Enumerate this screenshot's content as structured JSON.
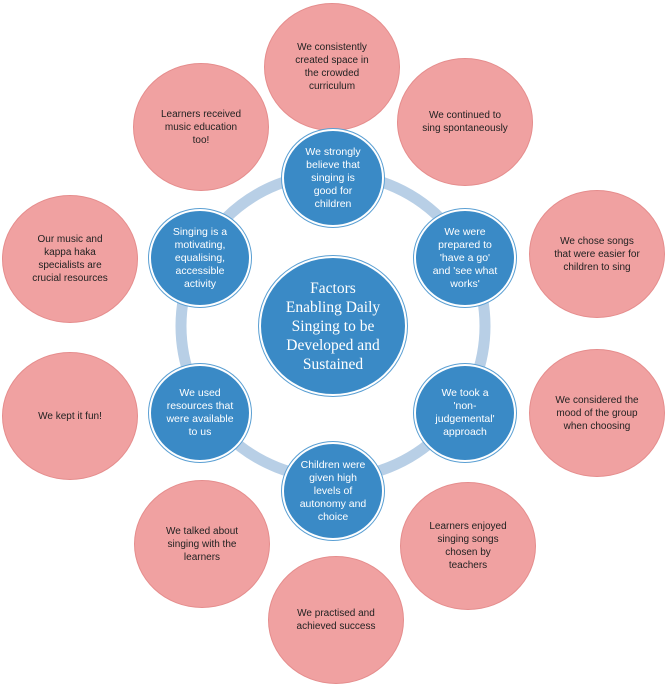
{
  "center": {
    "text": "Factors Enabling Daily Singing to be Developed and Sustained"
  },
  "inner": [
    "We strongly believe that singing is good for children",
    "We were prepared to 'have a go' and 'see what works'",
    "We took a 'non-judgemental' approach",
    "Children were given high levels of autonomy and choice",
    "We used resources that were available to us",
    "Singing is a motivating, equalising, accessible activity"
  ],
  "outer": [
    "We consistently created space in the crowded curriculum",
    "We continued to sing spontaneously",
    "We chose songs that were easier for children to sing",
    "We considered the mood of the group when choosing",
    "Learners enjoyed singing songs chosen by teachers",
    "We practised and achieved success",
    "We talked about singing with the learners",
    "We kept it fun!",
    "Our music and kappa haka specialists are crucial resources",
    "Learners received music education too!"
  ],
  "colors": {
    "inner_fill": "#3a8ac6",
    "center_fill": "#3a8ac6",
    "outer_fill": "#f0a1a1",
    "ring": "#b8cfe6"
  }
}
